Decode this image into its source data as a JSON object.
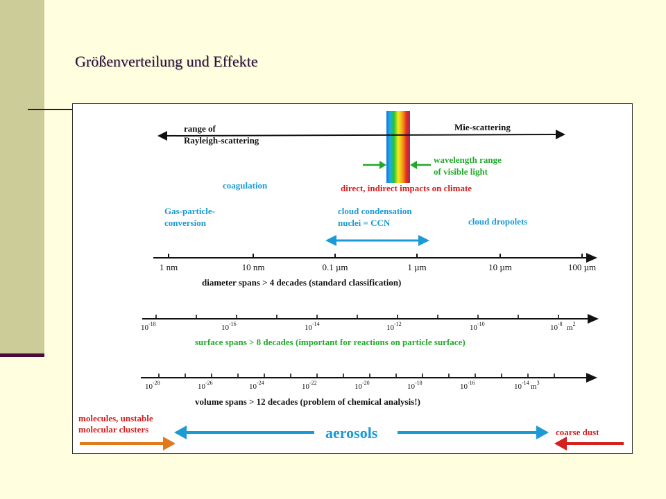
{
  "slide": {
    "title": "Größenverteilung und Effekte"
  },
  "colors": {
    "sidebar": "#cccc99",
    "accent_dark": "#4b0a3c",
    "background": "#ffffe0",
    "blue": "#1a9ad6",
    "green": "#22a82b",
    "red": "#d32020",
    "orange": "#e07a1a",
    "black": "#111111"
  },
  "diagram": {
    "rayleigh": [
      "range of",
      "Rayleigh-scattering"
    ],
    "mie": "Mie-scattering",
    "visible": [
      "wavelength range",
      "of visible light"
    ],
    "climate": "direct, indirect impacts on climate",
    "coagulation": "coagulation",
    "gas_particle": [
      "Gas-particle-",
      "conversion"
    ],
    "ccn": [
      "cloud condensation",
      "nuclei = CCN"
    ],
    "cloud_droplets": "cloud dropolets",
    "diameter_axis": {
      "ticks": [
        "1 nm",
        "10 nm",
        "0.1 µm",
        "1 µm",
        "10 µm",
        "100 µm"
      ],
      "caption": "diameter spans > 4 decades (standard classification)"
    },
    "surface_axis": {
      "bases": [
        "10",
        "10",
        "10",
        "10",
        "10",
        "10"
      ],
      "exponents": [
        "-18",
        "-16",
        "-14",
        "-12",
        "-10",
        "-8"
      ],
      "unit": "m",
      "unit_exp": "2",
      "caption": "surface spans > 8 decades (important for reactions on particle surface)"
    },
    "volume_axis": {
      "bases": [
        "10",
        "10",
        "10",
        "10",
        "10",
        "10",
        "10",
        "10"
      ],
      "exponents": [
        "-28",
        "-26",
        "-24",
        "-22",
        "-20",
        "-18",
        "-16",
        "-14"
      ],
      "unit": "m",
      "unit_exp": "3",
      "caption": "volume spans > 12 decades (problem of chemical analysis!)"
    },
    "molecules": [
      "molecules, unstable",
      "molecular clusters"
    ],
    "aerosols": "aerosols",
    "coarse_dust": "coarse dust"
  }
}
